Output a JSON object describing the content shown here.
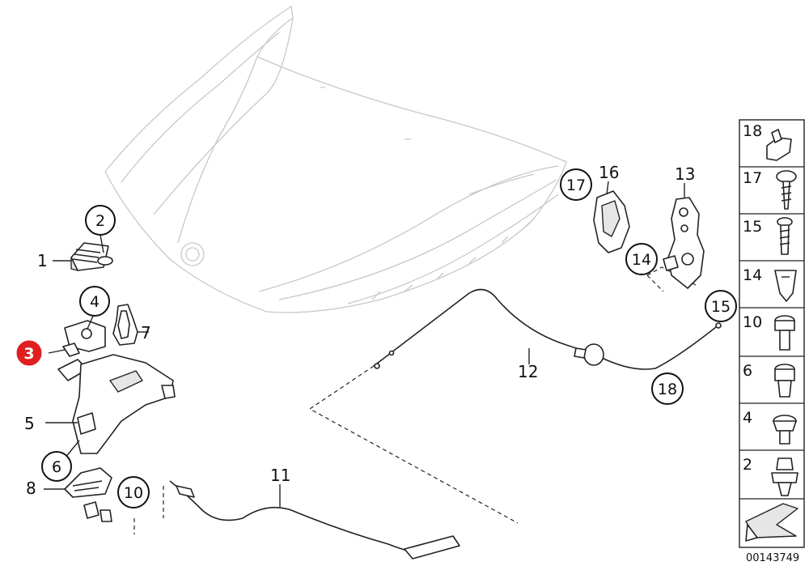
{
  "diagram": {
    "document_id": "00143749",
    "highlighted_part": "3",
    "highlight_color": "#e02020",
    "labels": {
      "part_1": "1",
      "part_2": "2",
      "part_3": "3",
      "part_4": "4",
      "part_5": "5",
      "part_6": "6",
      "part_7": "7",
      "part_8": "8",
      "part_10": "10",
      "part_11": "11",
      "part_12": "12",
      "part_13": "13",
      "part_14": "14",
      "part_15": "15",
      "part_16": "16",
      "part_17": "17",
      "part_18": "18"
    },
    "side_panel": [
      "18",
      "17",
      "15",
      "14",
      "10",
      "6",
      "4",
      "2"
    ]
  }
}
